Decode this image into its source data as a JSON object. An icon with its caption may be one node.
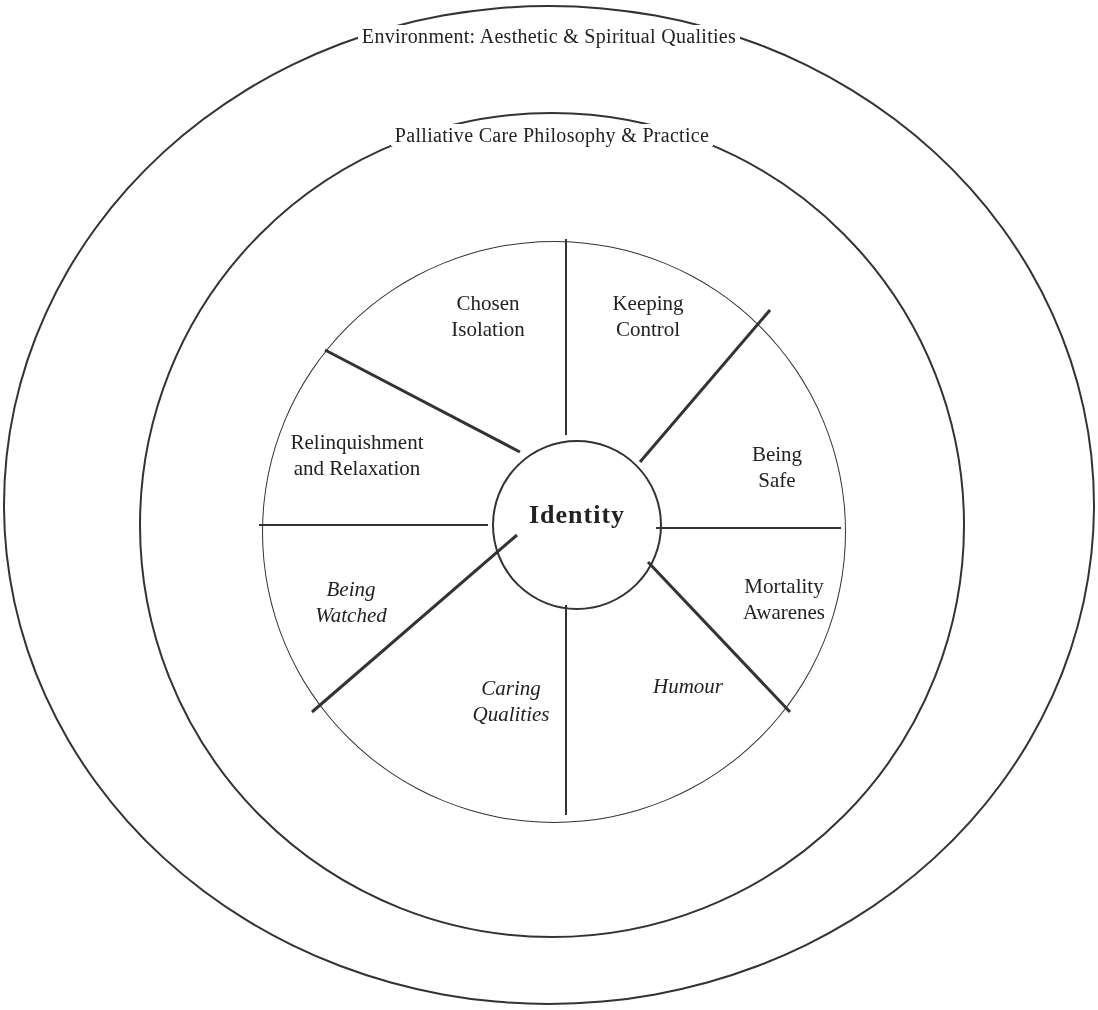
{
  "diagram": {
    "nodes": [
      {
        "text": [
          "Environment: Aesthetic & Spiritual Qualities"
        ]
      },
      {
        "text": [
          "Palliative Care Philosophy & Practice"
        ],
        "in": 0
      },
      {
        "text": [],
        "shape": "circle",
        "in": 1
      },
      {
        "text": [
          "Chosen Isolation"
        ],
        "in": 2
      },
      {
        "text": [
          "Keeping Control"
        ],
        "in": 2
      },
      {
        "text": [
          "Being Safe"
        ],
        "in": 2
      },
      {
        "text": [
          "Mortality Awarenes"
        ],
        "in": 2
      },
      {
        "text": [
          "Humour"
        ],
        "in": 2
      },
      {
        "text": [
          "Caring Qualities"
        ],
        "in": 2
      },
      {
        "text": [
          "Being Watched"
        ],
        "in": 2
      },
      {
        "text": [
          "Relinquishment and Relaxation"
        ],
        "in": 2
      },
      {
        "text": [
          "Identity"
        ],
        "in": 2
      }
    ],
    "edges": []
  }
}
